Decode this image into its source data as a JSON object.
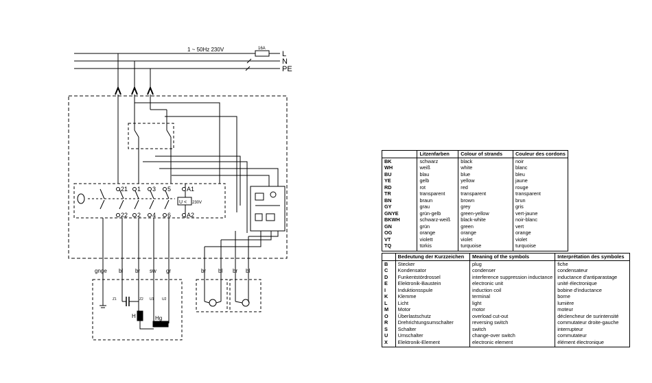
{
  "supply": {
    "voltage_label": "1 ~ 50Hz 230V",
    "fuse_label": "16A",
    "lines": [
      "L",
      "N",
      "PE"
    ]
  },
  "terminals": {
    "t21": "21",
    "t1": "1",
    "t3": "3",
    "t5": "5",
    "a1": "A1",
    "t22": "22",
    "t2": "2",
    "t4": "4",
    "t6": "6",
    "a2": "A2",
    "relay_label": "U <",
    "relay_voltage": "230V"
  },
  "wires": {
    "main": [
      "gnge",
      "bl",
      "br",
      "sw",
      "gr"
    ],
    "aux": [
      "br",
      "bl",
      "br",
      "bl"
    ]
  },
  "motor_terminals": [
    "Z1",
    "Z2",
    "U1",
    "U2"
  ],
  "motor_labels": {
    "aux_winding": "H",
    "main_winding": "Hg"
  },
  "strand_table": {
    "headers": [
      "",
      "Litzenfarben",
      "Colour of strands",
      "Couleur des cordons"
    ],
    "rows": [
      [
        "BK",
        "schwarz",
        "black",
        "noir"
      ],
      [
        "WH",
        "weiß",
        "white",
        "blanc"
      ],
      [
        "BU",
        "blau",
        "blue",
        "bleu"
      ],
      [
        "YE",
        "gelb",
        "yellow",
        "jaune"
      ],
      [
        "RD",
        "rot",
        "red",
        "rouge"
      ],
      [
        "TR",
        "transparent",
        "transparent",
        "transparent"
      ],
      [
        "BN",
        "braun",
        "brown",
        "brun"
      ],
      [
        "GY",
        "grau",
        "grey",
        "gris"
      ],
      [
        "GNYE",
        "grün-gelb",
        "green-yellow",
        "vert-jaune"
      ],
      [
        "BKWH",
        "schwarz-weiß",
        "black-white",
        "noir-blanc"
      ],
      [
        "GN",
        "grün",
        "green",
        "vert"
      ],
      [
        "OG",
        "orange",
        "orange",
        "orange"
      ],
      [
        "VT",
        "violett",
        "violet",
        "violet"
      ],
      [
        "TQ",
        "türkis",
        "turquoise",
        "turquoise"
      ]
    ]
  },
  "symbol_table": {
    "headers": [
      "",
      "Bedeutung der Kurzzeichen",
      "Meaning of the symbols",
      "Interprétation des symboles"
    ],
    "rows": [
      [
        "B",
        "Stecker",
        "plug",
        "fiche"
      ],
      [
        "C",
        "Kondensator",
        "condenser",
        "condensateur"
      ],
      [
        "D",
        "Funkentstördrossel",
        "interference suppression inductance",
        "inductance d'antiparastage"
      ],
      [
        "E",
        "Elektronik-Baustein",
        "electronic unit",
        "unité électronique"
      ],
      [
        "I",
        "Induktionsspule",
        "induction coil",
        "bobine d'inductance"
      ],
      [
        "K",
        "Klemme",
        "terminal",
        "borne"
      ],
      [
        "L",
        "Licht",
        "light",
        "lumière"
      ],
      [
        "M",
        "Motor",
        "motor",
        "moteur"
      ],
      [
        "O",
        "Überlastschutz",
        "overload cut-out",
        "déclencheur de surintensité"
      ],
      [
        "R",
        "Drehrichtungsumschalter",
        "reversing switch",
        "commutateur droite-gauche"
      ],
      [
        "S",
        "Schalter",
        "switch",
        "interrupteur"
      ],
      [
        "U",
        "Umschalter",
        "change-over switch",
        "commutateur"
      ],
      [
        "X",
        "Elektronik-Element",
        "electronic element",
        "élément électronique"
      ]
    ]
  }
}
